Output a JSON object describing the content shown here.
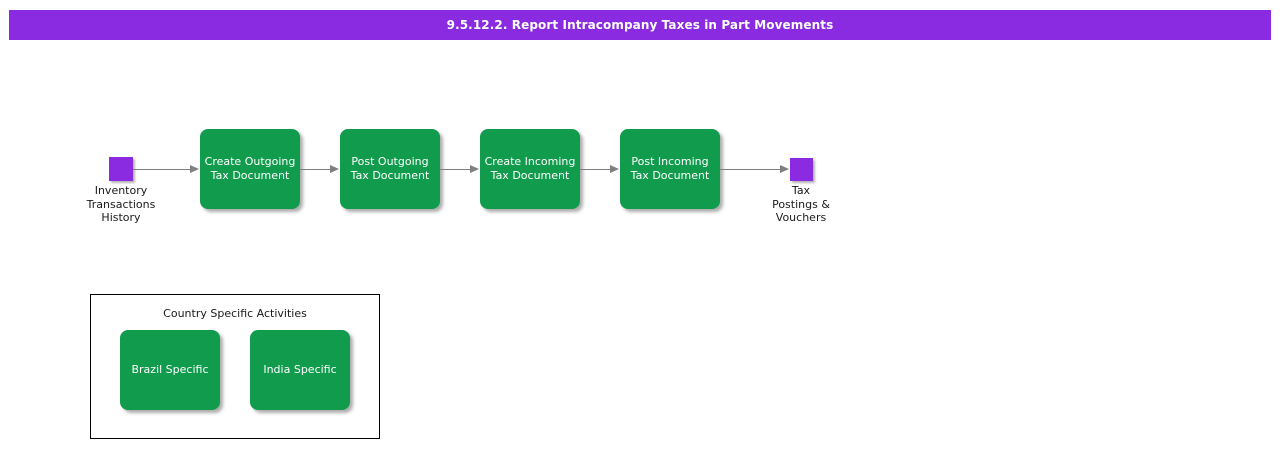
{
  "title_bar": {
    "text": "9.5.12.2. Report Intracompany Taxes in Part Movements"
  },
  "colors": {
    "accent_purple": "#8A2BE2",
    "process_green": "#119B4D",
    "arrow_gray": "#7F7F7F",
    "text_dark": "#1A1A1A"
  },
  "flow": {
    "start_terminal": {
      "label": "Inventory Transactions History",
      "lines": [
        "Inventory",
        "Transactions",
        "History"
      ]
    },
    "steps": [
      {
        "label": "Create Outgoing Tax Document",
        "lines": [
          "Create Outgoing",
          "Tax Document"
        ]
      },
      {
        "label": "Post Outgoing Tax Document",
        "lines": [
          "Post Outgoing",
          "Tax Document"
        ]
      },
      {
        "label": "Create Incoming Tax Document",
        "lines": [
          "Create Incoming",
          "Tax Document"
        ]
      },
      {
        "label": "Post Incoming Tax Document",
        "lines": [
          "Post Incoming",
          "Tax Document"
        ]
      }
    ],
    "end_terminal": {
      "label": "Tax Postings & Vouchers",
      "lines": [
        "Tax",
        "Postings &",
        "Vouchers"
      ]
    }
  },
  "country_section": {
    "title": "Country Specific Activities",
    "items": [
      {
        "label": "Brazil Specific"
      },
      {
        "label": "India Specific"
      }
    ]
  }
}
